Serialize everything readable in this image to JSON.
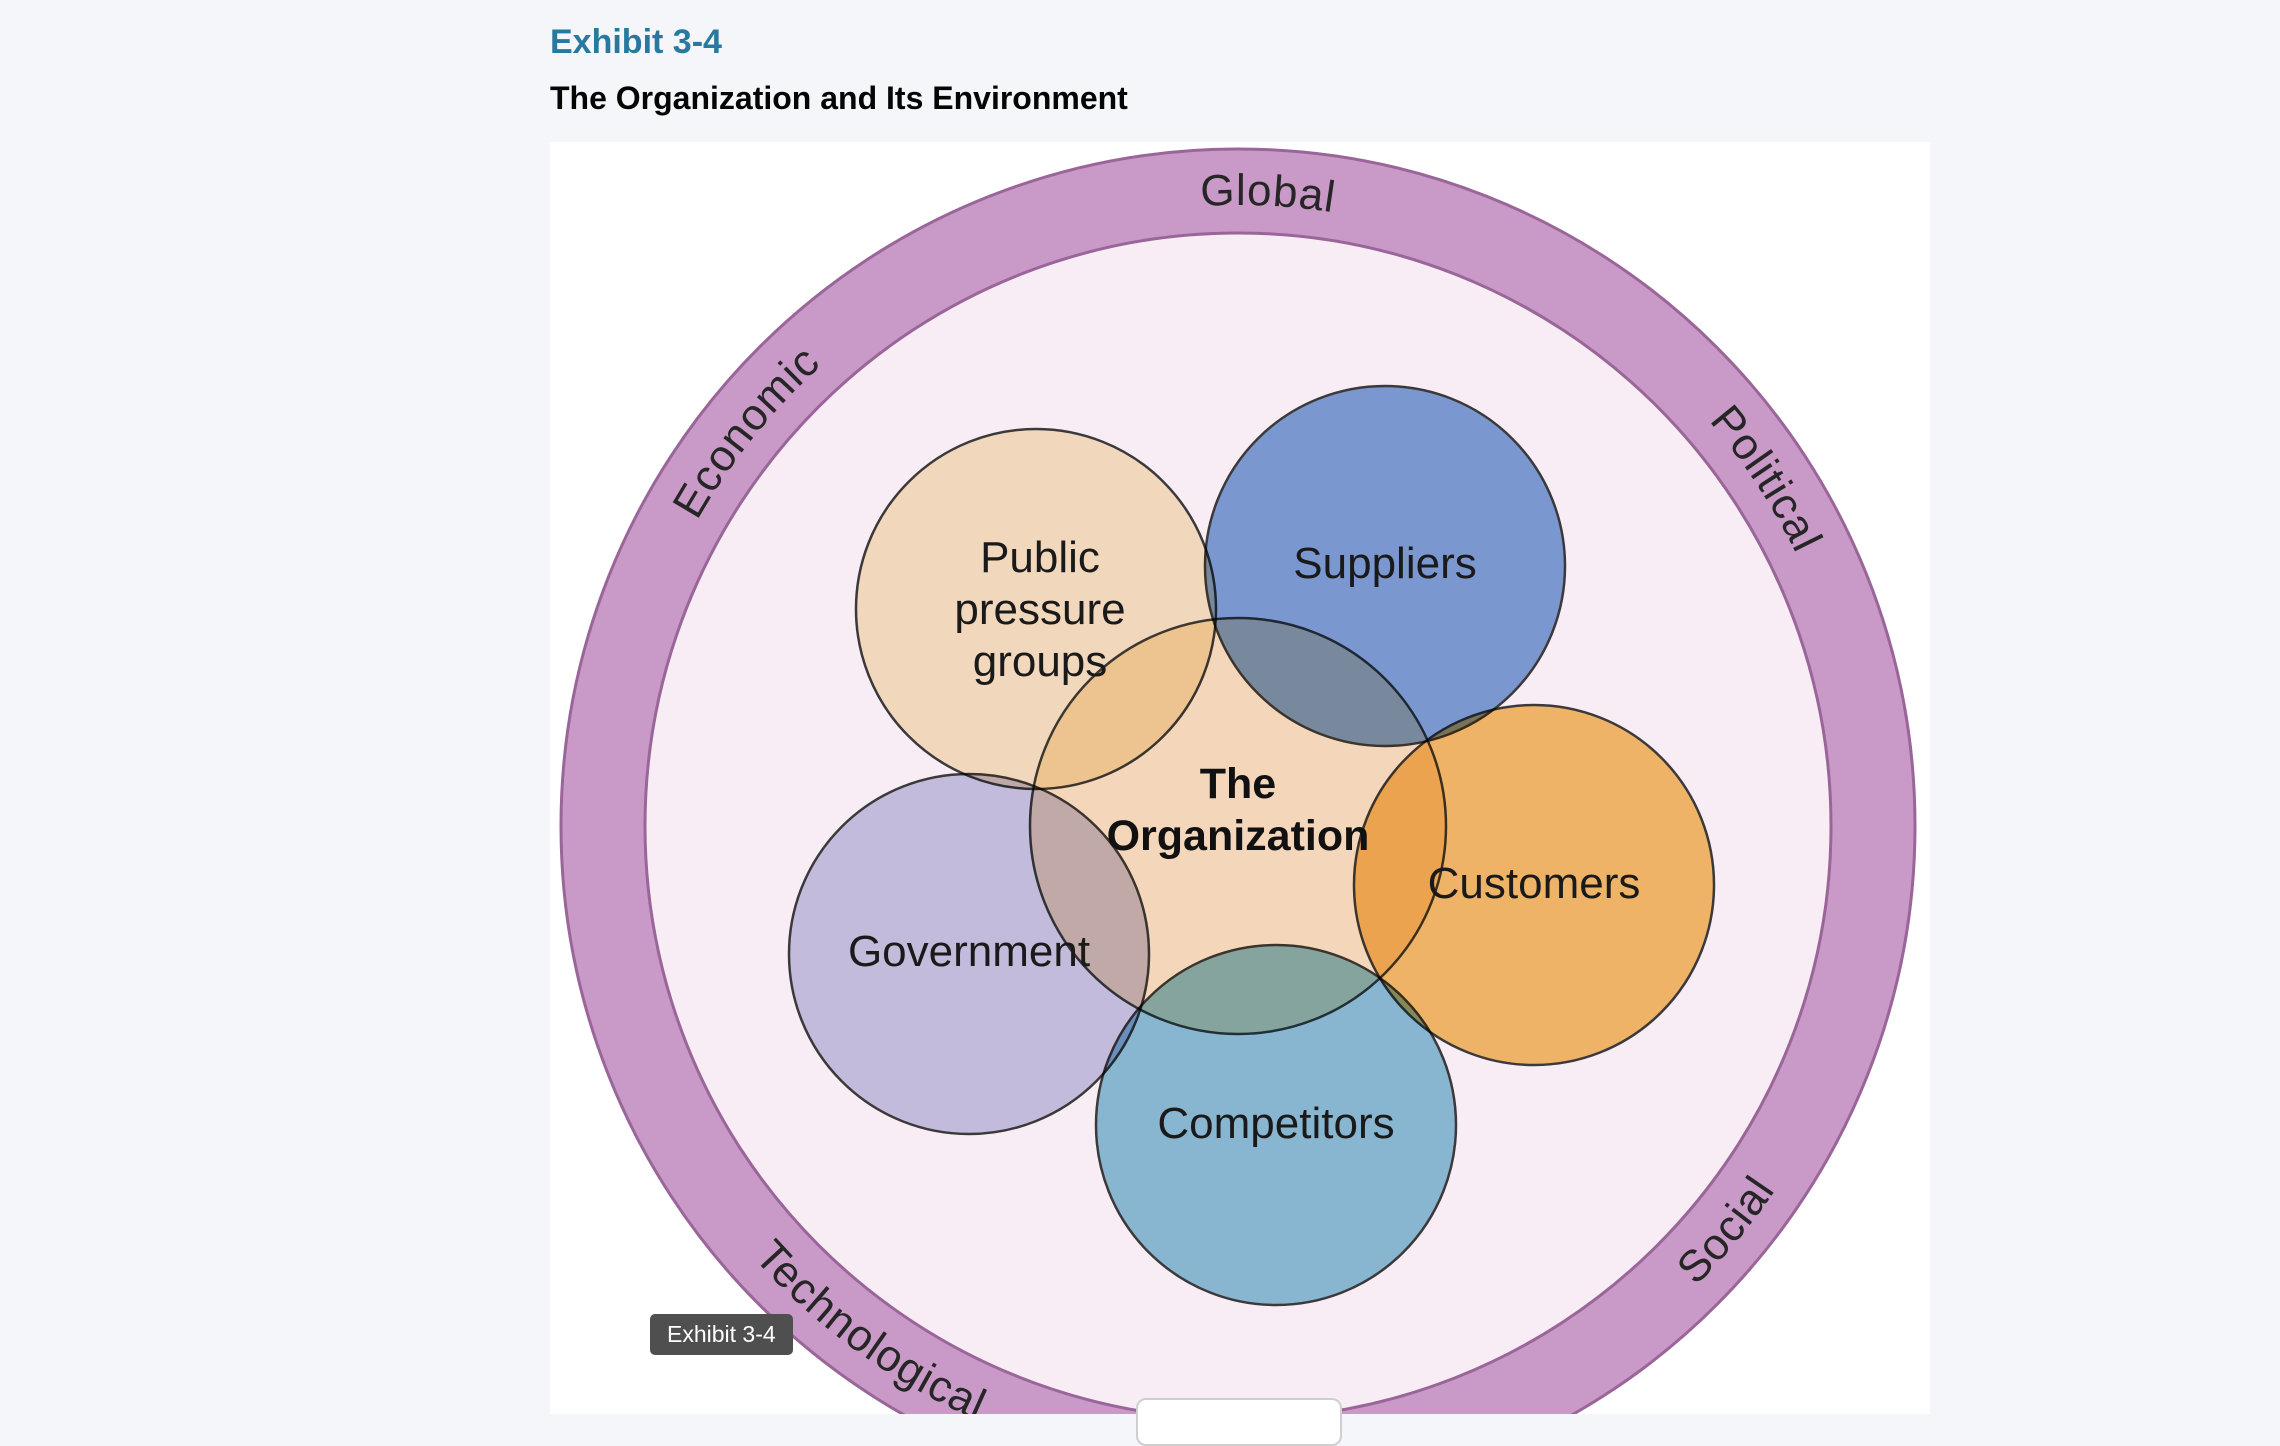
{
  "colors": {
    "page_background": "#f4f6f9",
    "panel_background": "#ffffff",
    "accent_teal": "#2878a0",
    "ring_fill": "#c99ac7",
    "ring_stroke": "#9a6699",
    "inner_fill": "#f8edf5",
    "circle_stroke": "#3d3d3d",
    "tooltip_background": "#4f4f4f"
  },
  "header": {
    "exhibit_label": "Exhibit 3-4",
    "title": "The Organization and Its Environment"
  },
  "diagram": {
    "ring_labels": {
      "global": "Global",
      "political": "Political",
      "social": "Social",
      "technological": "Technological",
      "economic": "Economic"
    },
    "center": {
      "lines": [
        "The",
        "Organization"
      ],
      "color": "#f4d7ba"
    },
    "satellites": [
      {
        "name": "public-pressure-groups",
        "lines": [
          "Public",
          "pressure",
          "groups"
        ],
        "color": "#f8e8c4"
      },
      {
        "name": "suppliers",
        "label": "Suppliers",
        "color": "#7ea3d8"
      },
      {
        "name": "customers",
        "label": "Customers",
        "color": "#f6c16c"
      },
      {
        "name": "competitors",
        "label": "Competitors",
        "color": "#8cc3d9"
      },
      {
        "name": "government",
        "label": "Government",
        "color": "#c9c9e4"
      }
    ]
  },
  "tooltip": {
    "label": "Exhibit 3-4"
  }
}
